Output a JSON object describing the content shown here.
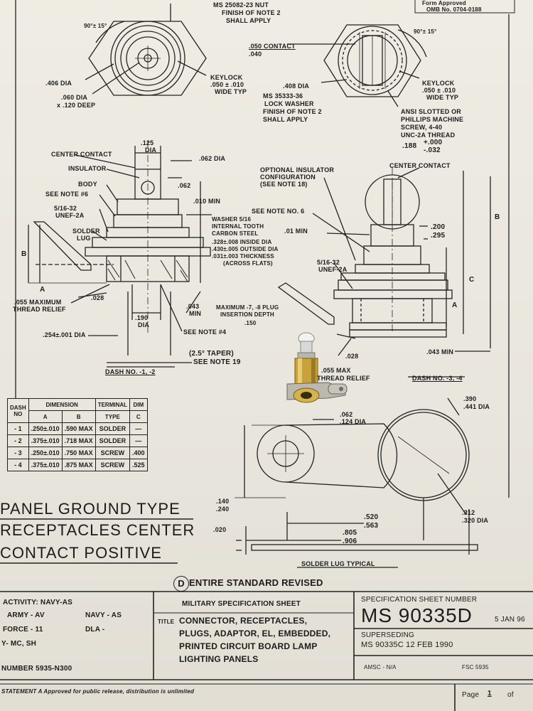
{
  "header": {
    "form_approved": "Form Approved",
    "omb": "OMB No. 0704-0188"
  },
  "top_left": {
    "nut": "MS 25082-23 NUT",
    "nut_finish": "FINISH OF NOTE 2",
    "nut_apply": "SHALL APPLY",
    "angle": "90°± 15°",
    "dia406": ".406 DIA",
    "dia060": ".060 DIA",
    "deep": "x .120 DEEP",
    "keylock": "KEYLOCK",
    "keylock_dim": ".050 ± .010",
    "keylock_wide": "WIDE TYP"
  },
  "top_right": {
    "contact": ".050 CONTACT",
    "contact2": ".040",
    "angle": "90°± 15°",
    "dia408": ".408 DIA",
    "washer": "MS 35333-36",
    "washer2": "LOCK WASHER",
    "washer3": "FINISH OF NOTE 2",
    "washer4": "SHALL APPLY",
    "keylock": "KEYLOCK",
    "keylock_dim": ".050 ± .010",
    "keylock_wide": "WIDE TYP",
    "screw1": "ANSI SLOTTED OR",
    "screw2": "PHILLIPS MACHINE",
    "screw3": "SCREW, 4-40",
    "screw4": "UNC-2A THREAD",
    "tol": ".188",
    "tol_plus": "+.000",
    "tol_minus": "-.032"
  },
  "left_view": {
    "center_contact": "CENTER CONTACT",
    "insulator": "INSULATOR",
    "body": "BODY",
    "note6": "SEE NOTE #6",
    "thread": "5/16-32",
    "thread2": "UNEF-2A",
    "solder": "SOLDER",
    "lug": "LUG",
    "d125": ".125",
    "d125b": "DIA",
    "d062": ".062 DIA",
    "d062b": ".062",
    "d010": ".010 MIN",
    "dimA": "A",
    "dimB": "B",
    "relief": ".055 MAXIMUM",
    "relief2": "THREAD RELIEF",
    "d028": ".028",
    "d190": ".190",
    "d190b": "DIA",
    "d043": ".043",
    "d043b": "MIN",
    "d254": ".254±.001 DIA",
    "note4": "SEE NOTE #4",
    "taper": "(2.5° TAPER)",
    "note19": "SEE NOTE 19",
    "dash": "DASH NO. -1, -2"
  },
  "middle": {
    "opt1": "OPTIONAL INSULATOR",
    "opt2": "CONFIGURATION",
    "opt3": "(SEE NOTE 18)",
    "washer1": "WASHER 5/16",
    "washer2": "INTERNAL TOOTH",
    "washer3": "CARBON STEEL",
    "washer4": ".328±.008 INSIDE DIA",
    "washer5": ".430±.005 OUTSIDE DIA",
    "washer6": ".031±.003 THICKNESS",
    "washer7": "(ACROSS FLATS)",
    "insert1": "MAXIMUM -7, -8 PLUG",
    "insert2": "INSERTION DEPTH",
    "insert3": ".150"
  },
  "right_view": {
    "center_contact": "CENTER CONTACT",
    "note6": "SEE NOTE NO. 6",
    "min01": ".01 MIN",
    "thread": "5/16-32",
    "thread2": "UNEF-2A",
    "d200": ".200",
    "d295": ".295",
    "dimB": "B",
    "dimC": "C",
    "dimA": "A",
    "d043": ".043 MIN",
    "d028": ".028",
    "relief": ".055 MAX",
    "relief2": "THREAD RELIEF",
    "dash": "DASH NO. -3, -4"
  },
  "table": {
    "h_dash": "DASH",
    "h_no": "NO",
    "h_dimension": "DIMENSION",
    "h_a": "A",
    "h_b": "B",
    "h_terminal": "TERMINAL",
    "h_type": "TYPE",
    "h_dim": "DIM",
    "h_c": "C",
    "rows": [
      {
        "dash": "- 1",
        "a": ".250±.010",
        "b": ".590 MAX",
        "type": "SOLDER",
        "c": "—"
      },
      {
        "dash": "- 2",
        "a": ".375±.010",
        "b": ".718 MAX",
        "type": "SOLDER",
        "c": "—"
      },
      {
        "dash": "- 3",
        "a": ".250±.010",
        "b": ".750 MAX",
        "type": "SCREW",
        "c": ".400"
      },
      {
        "dash": "- 4",
        "a": ".375±.010",
        "b": ".875 MAX",
        "type": "SCREW",
        "c": ".525"
      }
    ]
  },
  "lug": {
    "d390": ".390",
    "d441": ".441 DIA",
    "d062": ".062",
    "d124": ".124 DIA",
    "d140": ".140",
    "d240": ".240",
    "d520": ".520",
    "d563": ".563",
    "d312": ".312",
    "d320": ".320 DIA",
    "d020": ".020",
    "d805": ".805",
    "d906": ".906",
    "caption": "SOLDER LUG   TYPICAL"
  },
  "big_title": {
    "l1": "PANEL GROUND TYPE",
    "l2": "RECEPTACLES CENTER",
    "l3": "CONTACT POSITIVE"
  },
  "revised": "ENTIRE STANDARD REVISED",
  "revised_mark": "D",
  "title_block": {
    "activity": "ACTIVITY: NAVY-AS",
    "army": "ARMY - AV",
    "navy": "NAVY - AS",
    "force": "FORCE - 11",
    "dla": "DLA -",
    "mc": "Y- MC, SH",
    "number": "NUMBER 5935-N300",
    "mil_spec": "MILITARY SPECIFICATION SHEET",
    "title_label": "TITLE",
    "title1": "CONNECTOR, RECEPTACLES,",
    "title2": "PLUGS, ADAPTOR, EL, EMBEDDED,",
    "title3": "PRINTED CIRCUIT BOARD LAMP",
    "title4": "LIGHTING PANELS",
    "spec_label": "SPECIFICATION SHEET NUMBER",
    "spec_num": "MS 90335D",
    "spec_date": "5 JAN 96",
    "superseding": "SUPERSEDING",
    "supersede_num": "MS 90335C 12 FEB 1990",
    "amsc": "AMSC - N/A",
    "fsc": "FSC 5935",
    "statement": "STATEMENT A   Approved for public release, distribution is unlimited",
    "page": "Page",
    "page_num": "1",
    "of": "of"
  },
  "colors": {
    "ink": "#1c1c1c",
    "paper": "#ece9e1",
    "brass": "#c9a23c"
  }
}
